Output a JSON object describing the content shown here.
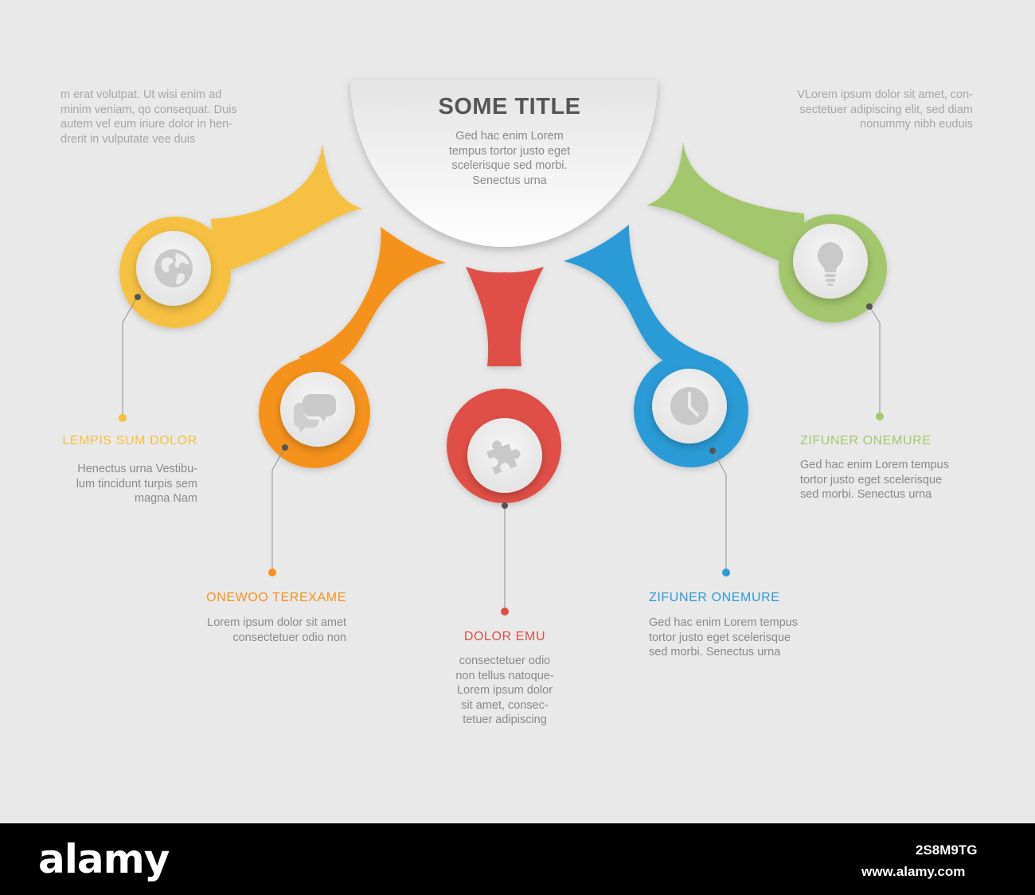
{
  "colors": {
    "background": "#e9e9e9",
    "yellow": "#f6c142",
    "orange": "#f5921e",
    "red": "#e04f46",
    "blue": "#2c9bd6",
    "green": "#a3c76d",
    "grey_text": "#8a8a8a",
    "title": "#555555"
  },
  "center": {
    "title": "SOME TITLE",
    "text": [
      "Ged hac enim Lorem",
      "tempus tortor justo eget",
      "scelerisque sed morbi.",
      "Senectus urna"
    ]
  },
  "top_left_text": [
    "m erat volutpat. Ut wisi enim ad",
    "minim veniam, qo consequat. Duis",
    "autem vel eum iriure dolor in hen-",
    "drerit in vulputate vee duis"
  ],
  "top_right_text": [
    "VLorem ipsum dolor sit amet, con-",
    "sectetuer adipiscing elit, sed diam",
    "nonummy nibh euduis"
  ],
  "items": [
    {
      "color": "yellow",
      "icon": "globe-icon",
      "heading": "LEMPIS SUM DOLOR",
      "text": [
        "Henectus urna Vestibu-",
        "lum tincidunt turpis sem",
        "magna Nam"
      ]
    },
    {
      "color": "orange",
      "icon": "speech-bubbles-icon",
      "heading": "ONEWOO TEREXAME",
      "text": [
        "Lorem ipsum dolor sit amet",
        "consectetuer odio non"
      ]
    },
    {
      "color": "red",
      "icon": "puzzle-icon",
      "heading": "DOLOR EMU",
      "text": [
        "consectetuer odio",
        "non tellus natoque-",
        "Lorem ipsum dolor",
        "sit amet, consec-",
        "tetuer adipiscing"
      ]
    },
    {
      "color": "blue",
      "icon": "clock-icon",
      "heading": "ZIFUNER ONEMURE",
      "text": [
        "Ged hac enim Lorem tempus",
        "tortor justo eget scelerisque",
        "sed morbi. Senectus urna"
      ]
    },
    {
      "color": "green",
      "icon": "lightbulb-icon",
      "heading": "ZIFUNER ONEMURE",
      "text": [
        "Ged hac enim Lorem tempus",
        "tortor justo eget scelerisque",
        "sed morbi. Senectus urna"
      ]
    }
  ],
  "footer": {
    "brand": "alamy",
    "image_id": "2S8M9TG",
    "url": "www.alamy.com"
  }
}
